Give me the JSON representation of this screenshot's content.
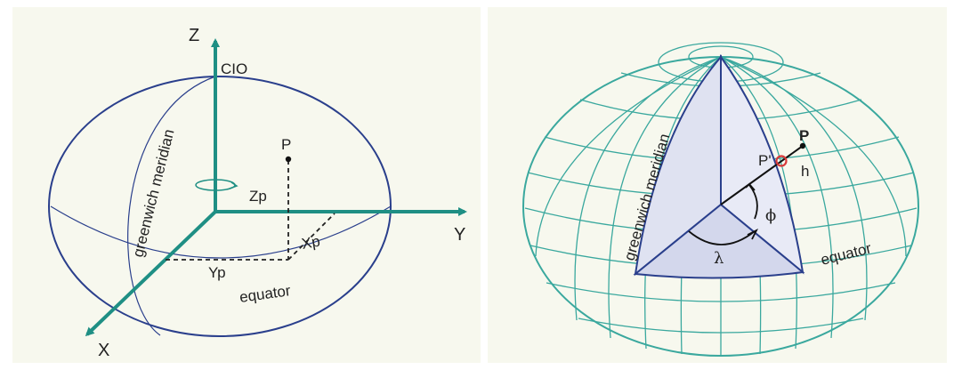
{
  "left_figure": {
    "labels": {
      "z_axis": "Z",
      "y_axis": "Y",
      "x_axis": "X",
      "cio": "CIO",
      "meridian": "greenwich meridian",
      "equator": "equator",
      "point": "P",
      "xp": "Xp",
      "yp": "Yp",
      "zp": "Zp"
    }
  },
  "right_figure": {
    "labels": {
      "meridian": "greenwich meridian",
      "equator": "equator",
      "point": "P",
      "point_surface": "P'",
      "height": "h",
      "longitude": "λ",
      "latitude": "ϕ"
    }
  },
  "colors": {
    "axis": "#1f8f84",
    "ellipsoid": "#2a3f8c",
    "wire": "#3aa89e",
    "wedge": "#dfe2f1",
    "point_surface_marker": "#d63a3a",
    "panel_background": "#f7f8ee"
  }
}
